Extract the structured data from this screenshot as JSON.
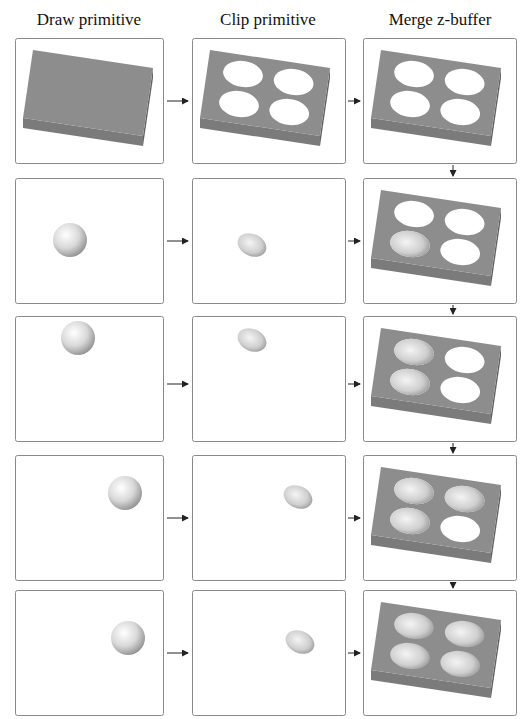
{
  "diagram": {
    "labels": [
      "Draw primitive",
      "Clip primitive",
      "Merge z-buffer"
    ]
  }
}
